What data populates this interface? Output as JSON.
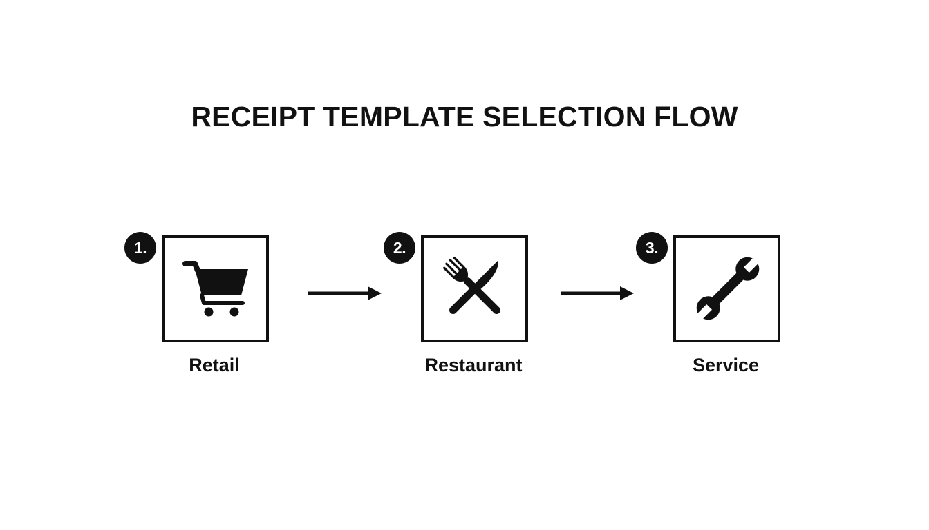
{
  "title": "RECEIPT TEMPLATE SELECTION FLOW",
  "steps": [
    {
      "number": "1.",
      "label": "Retail",
      "icon": "shopping-cart-icon"
    },
    {
      "number": "2.",
      "label": "Restaurant",
      "icon": "fork-knife-icon"
    },
    {
      "number": "3.",
      "label": "Service",
      "icon": "wrench-icon"
    }
  ],
  "colors": {
    "foreground": "#111111",
    "background": "#ffffff"
  }
}
